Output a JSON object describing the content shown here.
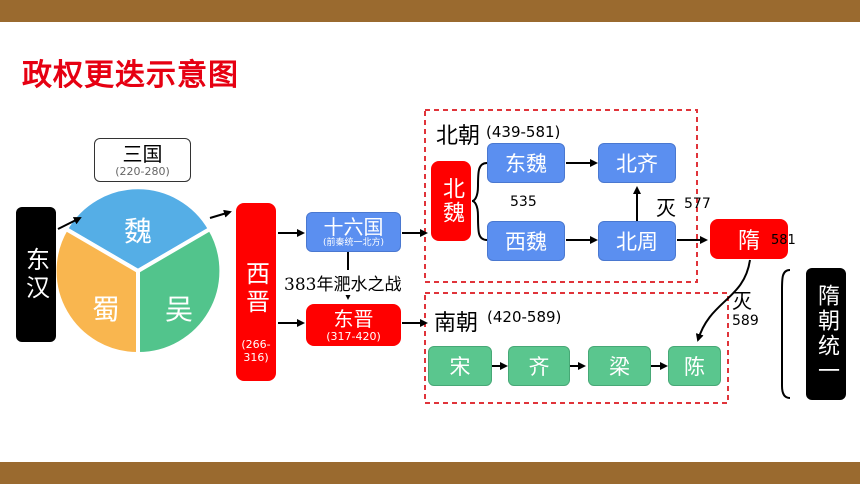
{
  "title": "政权更迭示意图",
  "donghan": "东汉",
  "sanguo": {
    "label": "三国",
    "years": "(220-280)",
    "wei": "魏",
    "shu": "蜀",
    "wu": "吴"
  },
  "xijin": {
    "label": "西晋",
    "years": "(266-316)"
  },
  "shiliuguo": {
    "label": "十六国",
    "note": "(前秦统一北方)"
  },
  "battle": "383年淝水之战",
  "dongjin": {
    "label": "东晋",
    "years": "(317-420)"
  },
  "beichao": {
    "label": "北朝",
    "years": "(439-581)",
    "beiwei": "北魏",
    "dongwei": "东魏",
    "xiwei": "西魏",
    "beiqi": "北齐",
    "beizhou": "北周",
    "split_year": "535",
    "mie": "灭",
    "mie_year": "577"
  },
  "nanchao": {
    "label": "南朝",
    "years": "(420-589)",
    "song": "宋",
    "qi": "齐",
    "liang": "梁",
    "chen": "陈"
  },
  "sui": {
    "label": "隋",
    "year": "581",
    "mie": "灭",
    "mie_year": "589"
  },
  "unify": "隋朝统一",
  "colors": {
    "red": "#ff0000",
    "blue": "#5b8ff0",
    "green": "#5ac68e",
    "brown": "#9a6a2f",
    "pie_blue": "#55aee6",
    "pie_orange": "#f9b64f",
    "pie_green": "#52c48c"
  }
}
